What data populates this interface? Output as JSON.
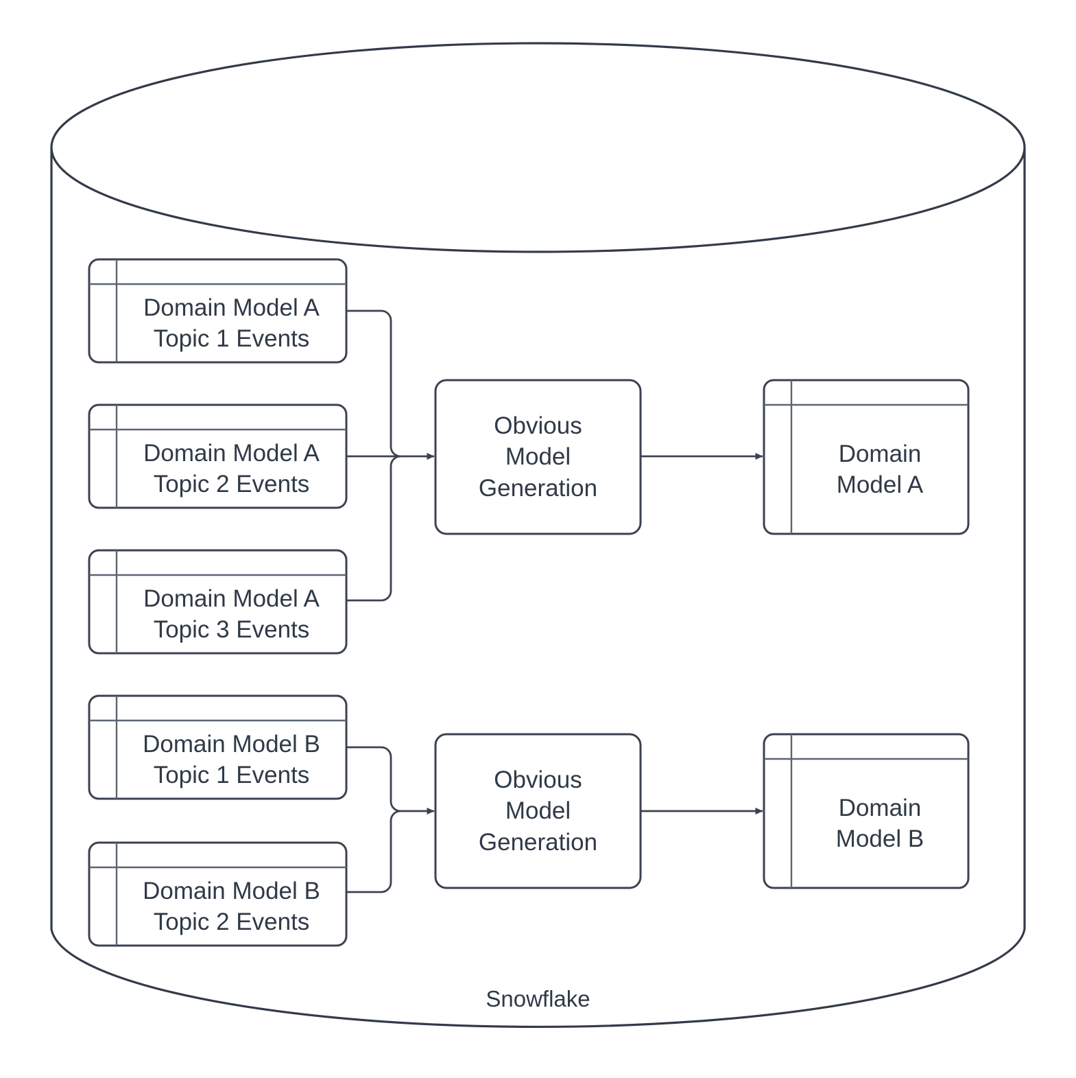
{
  "container": {
    "name": "Snowflake",
    "label": "Snowflake",
    "shape": "cylinder",
    "stroke": "#333b48"
  },
  "theme": {
    "stroke": "#3b4250",
    "light_stroke": "#5b6472",
    "text": "#2f3a47",
    "fill": "#ffffff",
    "arrow": "#3b4250"
  },
  "groups": [
    {
      "id": "group-a",
      "sources": [
        {
          "id": "src-a1",
          "line1": "Domain Model A",
          "line2": "Topic 1 Events"
        },
        {
          "id": "src-a2",
          "line1": "Domain Model A",
          "line2": "Topic 2 Events"
        },
        {
          "id": "src-a3",
          "line1": "Domain Model A",
          "line2": "Topic 3 Events"
        }
      ],
      "process": {
        "id": "proc-a",
        "line1": "Obvious",
        "line2": "Model",
        "line3": "Generation"
      },
      "output": {
        "id": "out-a",
        "line1": "Domain",
        "line2": "Model A"
      }
    },
    {
      "id": "group-b",
      "sources": [
        {
          "id": "src-b1",
          "line1": "Domain Model B",
          "line2": "Topic 1 Events"
        },
        {
          "id": "src-b2",
          "line1": "Domain Model B",
          "line2": "Topic 2 Events"
        }
      ],
      "process": {
        "id": "proc-b",
        "line1": "Obvious",
        "line2": "Model",
        "line3": "Generation"
      },
      "output": {
        "id": "out-b",
        "line1": "Domain",
        "line2": "Model B"
      }
    }
  ]
}
